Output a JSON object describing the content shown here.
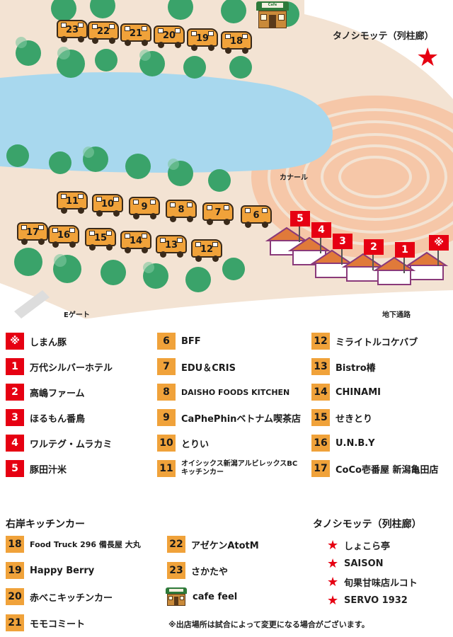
{
  "map": {
    "label_tanoshi": "タノシモッテ（列柱廊）",
    "label_canal": "カナール",
    "label_egate": "Eゲート",
    "label_underpass": "地下通路",
    "cafe_sign": "Cafe",
    "trucks_right_bank": [
      "23",
      "22",
      "21",
      "20",
      "19",
      "18"
    ],
    "trucks_mid": [
      "11",
      "10",
      "9",
      "8",
      "7",
      "6"
    ],
    "trucks_low": [
      "17",
      "16",
      "15",
      "14",
      "13",
      "12"
    ],
    "tents": [
      "5",
      "4",
      "3",
      "2",
      "1",
      "※"
    ],
    "colors": {
      "water": "#a8d8ee",
      "ground": "#f3e3d3",
      "track": "#f6c7a8",
      "tree": "#3aa36a",
      "tree_light": "#7fc8a0",
      "red": "#e60012",
      "orange": "#f0a23a"
    }
  },
  "legend_main": [
    {
      "badge": "※",
      "name": "しまん豚",
      "kind": "red"
    },
    {
      "badge": "1",
      "name": "万代シルバーホテル",
      "kind": "red"
    },
    {
      "badge": "2",
      "name": "高嶋ファーム",
      "kind": "red"
    },
    {
      "badge": "3",
      "name": "ほるもん番鳥",
      "kind": "red"
    },
    {
      "badge": "4",
      "name": "ワルテグ・ムラカミ",
      "kind": "red"
    },
    {
      "badge": "5",
      "name": "豚田汁米",
      "kind": "red"
    },
    {
      "badge": "6",
      "name": "BFF",
      "kind": "orange"
    },
    {
      "badge": "7",
      "name": "EDU＆CRIS",
      "kind": "orange"
    },
    {
      "badge": "8",
      "name": "DAISHO FOODS KITCHEN",
      "kind": "orange"
    },
    {
      "badge": "9",
      "name": "CaPhePhinベトナム喫茶店",
      "kind": "orange"
    },
    {
      "badge": "10",
      "name": "とりい",
      "kind": "orange"
    },
    {
      "badge": "11",
      "name": "オイシックス新潟アルビレックスBC キッチンカー",
      "kind": "orange"
    },
    {
      "badge": "12",
      "name": "ミライトルコケバブ",
      "kind": "orange"
    },
    {
      "badge": "13",
      "name": "Bistro椿",
      "kind": "orange"
    },
    {
      "badge": "14",
      "name": "CHINAMI",
      "kind": "orange"
    },
    {
      "badge": "15",
      "name": "せきとり",
      "kind": "orange"
    },
    {
      "badge": "16",
      "name": "U.N.B.Y",
      "kind": "orange"
    },
    {
      "badge": "17",
      "name": "CoCo壱番屋 新潟亀田店",
      "kind": "orange"
    }
  ],
  "right_bank": {
    "title": "右岸キッチンカー",
    "items": [
      {
        "badge": "18",
        "name": "Food Truck 296 備長屋 大丸"
      },
      {
        "badge": "19",
        "name": "Happy Berry"
      },
      {
        "badge": "20",
        "name": "赤べこキッチンカー"
      },
      {
        "badge": "21",
        "name": "モモコミート"
      },
      {
        "badge": "22",
        "name": "アゼケンAtotM"
      },
      {
        "badge": "23",
        "name": "さかたや"
      }
    ],
    "cafe_name": "cafe feel"
  },
  "tanoshimotte": {
    "title": "タノシモッテ（列柱廊）",
    "items": [
      "しょこら亭",
      "SAISON",
      "旬果甘味店ルコト",
      "SERVO 1932"
    ]
  },
  "note": "※出店場所は試合によって変更になる場合がございます。"
}
